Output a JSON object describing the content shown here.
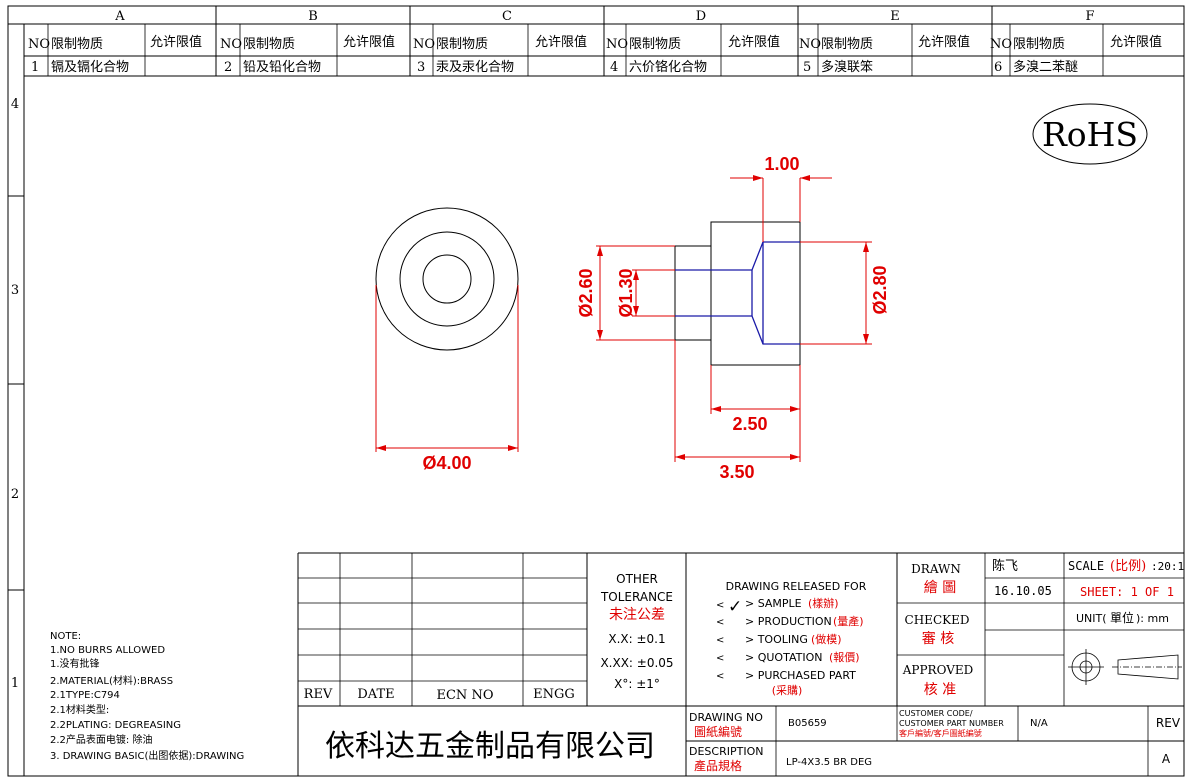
{
  "zones": {
    "columns": [
      "A",
      "B",
      "C",
      "D",
      "E",
      "F"
    ],
    "rows": [
      "4",
      "3",
      "2",
      "1"
    ]
  },
  "substances": {
    "header": {
      "no": "NO",
      "substance": "限制物质",
      "limit": "允许限值"
    },
    "items": [
      {
        "no": "1",
        "name": "镉及镉化合物"
      },
      {
        "no": "2",
        "name": "铅及铅化合物"
      },
      {
        "no": "3",
        "name": "汞及汞化合物"
      },
      {
        "no": "4",
        "name": "六价铬化合物"
      },
      {
        "no": "5",
        "name": "多溴联笨"
      },
      {
        "no": "6",
        "name": "多溴二苯醚"
      }
    ]
  },
  "rohs": "RoHS",
  "dimensions": {
    "outer_dia": "Ø4.00",
    "d260": "Ø2.60",
    "d130": "Ø1.30",
    "d280": "Ø2.80",
    "len100": "1.00",
    "len250": "2.50",
    "len350": "3.50"
  },
  "notes": {
    "title": "NOTE:",
    "lines": [
      "1.NO BURRS ALLOWED",
      "1.没有批锋",
      "2.MATERIAL(材料):BRASS",
      "2.1TYPE:C794",
      "2.1材料类型:",
      "2.2PLATING: DEGREASING",
      "2.2产品表面电镀: 除油",
      "3. DRAWING BASIC(出图依据):DRAWING"
    ]
  },
  "title_block": {
    "rev_headers": {
      "rev": "REV",
      "date": "DATE",
      "ecn": "ECN NO",
      "engg": "ENGG"
    },
    "tolerance": {
      "title1": "OTHER",
      "title2": "TOLERANCE",
      "title_cn": "未注公差",
      "xx": "X.X: ±0.1",
      "xxx": "X.XX: ±0.05",
      "deg": "X°: ±1°"
    },
    "release": {
      "title": "DRAWING RELEASED FOR",
      "check": "✓",
      "sample": "> SAMPLE",
      "sample_cn": "(樣辦)",
      "production": "> PRODUCTION",
      "production_cn": "(量產)",
      "tooling": "> TOOLING",
      "tooling_cn": "(做模)",
      "quotation": "> QUOTATION",
      "quotation_cn": "(報價)",
      "purchased": "> PURCHASED PART",
      "purchased_cn": "(采購)",
      "bullet": "<"
    },
    "drawn": "DRAWN",
    "drawn_cn": "繪 圖",
    "drawn_by": "陈飞",
    "drawn_date": "16.10.05",
    "checked": "CHECKED",
    "checked_cn": "審 核",
    "approved": "APPROVED",
    "approved_cn": "核 准",
    "scale_label": "SCALE",
    "scale_cn": "(比例)",
    "scale_value": ":20:1",
    "sheet": "SHEET:  1 OF 1",
    "unit_label": "UNIT(",
    "unit_cn": "單位",
    "unit_value": "): mm",
    "company": "依科达五金制品有限公司",
    "drawing_no_label": "DRAWING NO",
    "drawing_no_cn": "圖紙編號",
    "drawing_no": "B05659",
    "customer_code1": "CUSTOMER CODE/",
    "customer_code2": "CUSTOMER PART NUMBER",
    "customer_code_cn": "客戶編號/客戶圖紙編號",
    "customer_code_value": "N/A",
    "description_label": "DESCRIPTION",
    "description_cn": "產品規格",
    "description": "LP-4X3.5 BR DEG",
    "rev_label": "REV",
    "rev_value": "A"
  }
}
